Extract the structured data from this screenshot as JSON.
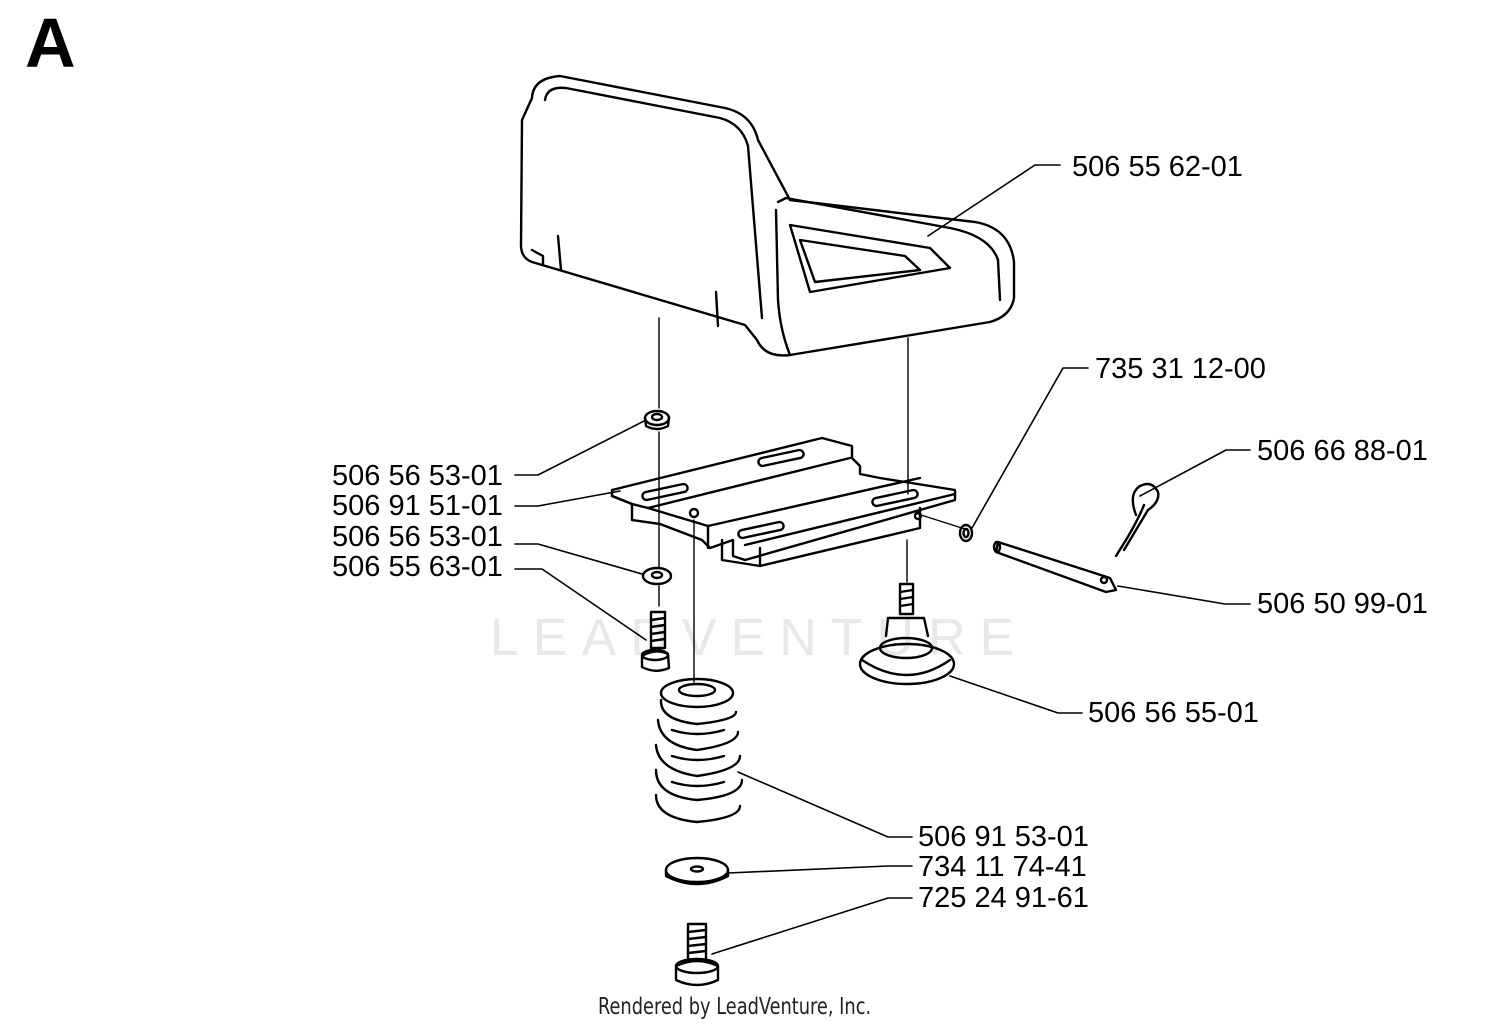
{
  "section_letter": "A",
  "watermark": "LEADVENTURE",
  "footer": "Rendered by LeadVenture, Inc.",
  "parts": [
    {
      "id": "seat",
      "number": "506 55 62-01"
    },
    {
      "id": "clip-washer",
      "number": "735 31 12-00"
    },
    {
      "id": "hairpin",
      "number": "506 66 88-01"
    },
    {
      "id": "nut-top",
      "number": "506 56 53-01"
    },
    {
      "id": "bracket",
      "number": "506 91 51-01"
    },
    {
      "id": "nut-lower",
      "number": "506 56 53-01"
    },
    {
      "id": "screw",
      "number": "506 55 63-01"
    },
    {
      "id": "pin",
      "number": "506 50 99-01"
    },
    {
      "id": "knob",
      "number": "506 56 55-01"
    },
    {
      "id": "spring",
      "number": "506 91 53-01"
    },
    {
      "id": "washer",
      "number": "734 11 74-41"
    },
    {
      "id": "bolt",
      "number": "725 24 91-61"
    }
  ]
}
